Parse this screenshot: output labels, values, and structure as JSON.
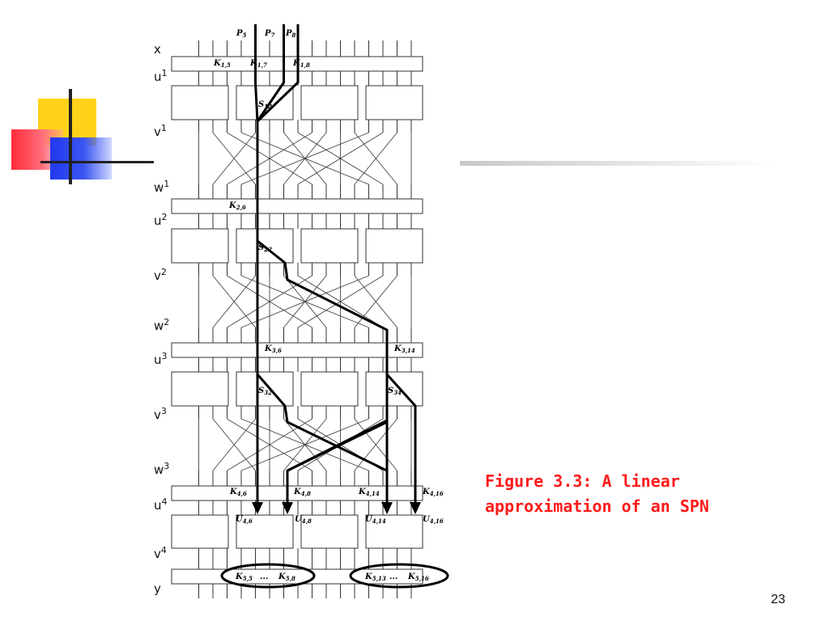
{
  "caption": {
    "line1": "Figure 3.3: A linear",
    "line2": "approximation of an SPN"
  },
  "slide_number": "23",
  "diagram": {
    "row_labels": [
      {
        "base": "x",
        "sup": ""
      },
      {
        "base": "u",
        "sup": "1"
      },
      {
        "base": "v",
        "sup": "1"
      },
      {
        "base": "w",
        "sup": "1"
      },
      {
        "base": "u",
        "sup": "2"
      },
      {
        "base": "v",
        "sup": "2"
      },
      {
        "base": "w",
        "sup": "2"
      },
      {
        "base": "u",
        "sup": "3"
      },
      {
        "base": "v",
        "sup": "3"
      },
      {
        "base": "w",
        "sup": "3"
      },
      {
        "base": "u",
        "sup": "4"
      },
      {
        "base": "v",
        "sup": "4"
      },
      {
        "base": "y",
        "sup": ""
      }
    ],
    "plaintext_bits": [
      {
        "name": "P",
        "sub": "5"
      },
      {
        "name": "P",
        "sub": "7"
      },
      {
        "name": "P",
        "sub": "8"
      }
    ],
    "round1_keys": [
      {
        "name": "K",
        "sub": "1,5"
      },
      {
        "name": "K",
        "sub": "1,7"
      },
      {
        "name": "K",
        "sub": "1,8"
      }
    ],
    "round2_keys": [
      {
        "name": "K",
        "sub": "2,6"
      }
    ],
    "round3_keys": [
      {
        "name": "K",
        "sub": "3,6"
      },
      {
        "name": "K",
        "sub": "3,14"
      }
    ],
    "round4_keys": [
      {
        "name": "K",
        "sub": "4,6"
      },
      {
        "name": "K",
        "sub": "4,8"
      },
      {
        "name": "K",
        "sub": "4,14"
      },
      {
        "name": "K",
        "sub": "4,16"
      }
    ],
    "u4_outputs": [
      {
        "name": "U",
        "sub": "4,6"
      },
      {
        "name": "U",
        "sub": "4,8"
      },
      {
        "name": "U",
        "sub": "4,14"
      },
      {
        "name": "U",
        "sub": "4,16"
      }
    ],
    "sboxes": [
      {
        "name": "S",
        "sub": "12"
      },
      {
        "name": "S",
        "sub": "22"
      },
      {
        "name": "S",
        "sub": "32"
      },
      {
        "name": "S",
        "sub": "34"
      }
    ],
    "final_key_groups": [
      {
        "first": {
          "name": "K",
          "sub": "5,5"
        },
        "dots": "...",
        "last": {
          "name": "K",
          "sub": "5,8"
        }
      },
      {
        "first": {
          "name": "K",
          "sub": "5,13"
        },
        "dots": "...",
        "last": {
          "name": "K",
          "sub": "5,16"
        }
      }
    ]
  }
}
